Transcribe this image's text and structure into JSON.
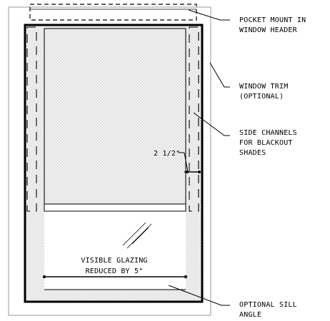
{
  "callouts": {
    "pocket_mount": [
      "POCKET MOUNT IN",
      "WINDOW HEADER"
    ],
    "window_trim": [
      "WINDOW TRIM",
      "(OPTIONAL)"
    ],
    "side_channels": [
      "SIDE CHANNELS",
      "FOR BLACKOUT",
      "SHADES"
    ],
    "sill_angle": [
      "OPTIONAL SILL",
      "ANGLE"
    ]
  },
  "dimension_label": "2 1/2\"",
  "glazing_note": [
    "VISIBLE GLAZING",
    "REDUCED BY 5\""
  ],
  "colors": {
    "line": "#000000",
    "shade_fill": "#eeeeee",
    "trim_line": "#b0b0b0"
  }
}
